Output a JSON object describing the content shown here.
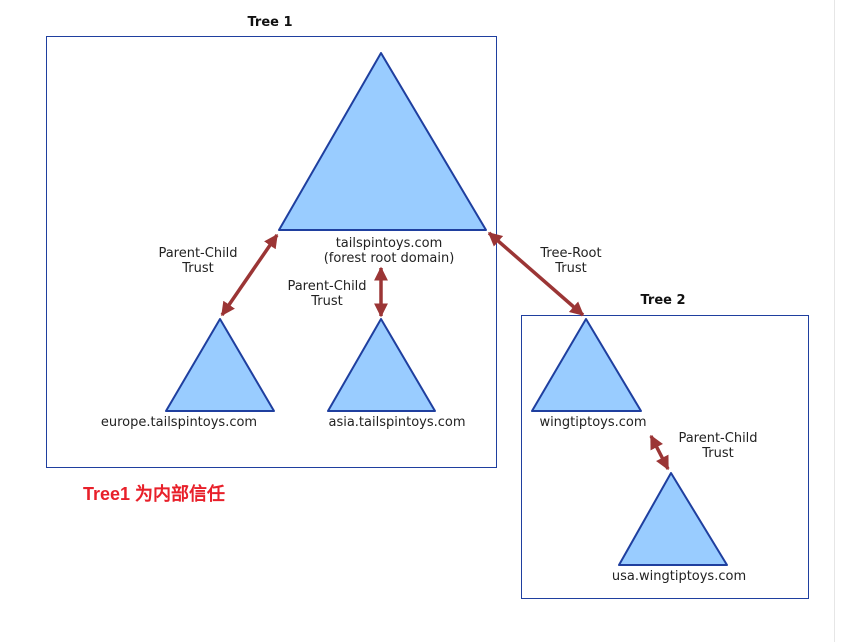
{
  "trees": [
    {
      "title": "Tree 1"
    },
    {
      "title": "Tree 2"
    }
  ],
  "domains": {
    "root": {
      "name": "tailspintoys.com",
      "sub": "(forest root domain)"
    },
    "europe": {
      "name": "europe.tailspintoys.com"
    },
    "asia": {
      "name": "asia.tailspintoys.com"
    },
    "wingtip": {
      "name": "wingtiptoys.com"
    },
    "usa": {
      "name": "usa.wingtiptoys.com"
    }
  },
  "trusts": {
    "europe": {
      "line1": "Parent-Child",
      "line2": "Trust"
    },
    "asia": {
      "line1": "Parent-Child",
      "line2": "Trust"
    },
    "treeroot": {
      "line1": "Tree-Root",
      "line2": "Trust"
    },
    "usa": {
      "line1": "Parent-Child",
      "line2": "Trust"
    }
  },
  "note": "Tree1 为内部信任",
  "colors": {
    "triangle_fill": "#99ccff",
    "triangle_stroke": "#1f3f9f",
    "arrow": "#9b3535",
    "box": "#1f3f9f",
    "note": "#e8202a"
  }
}
